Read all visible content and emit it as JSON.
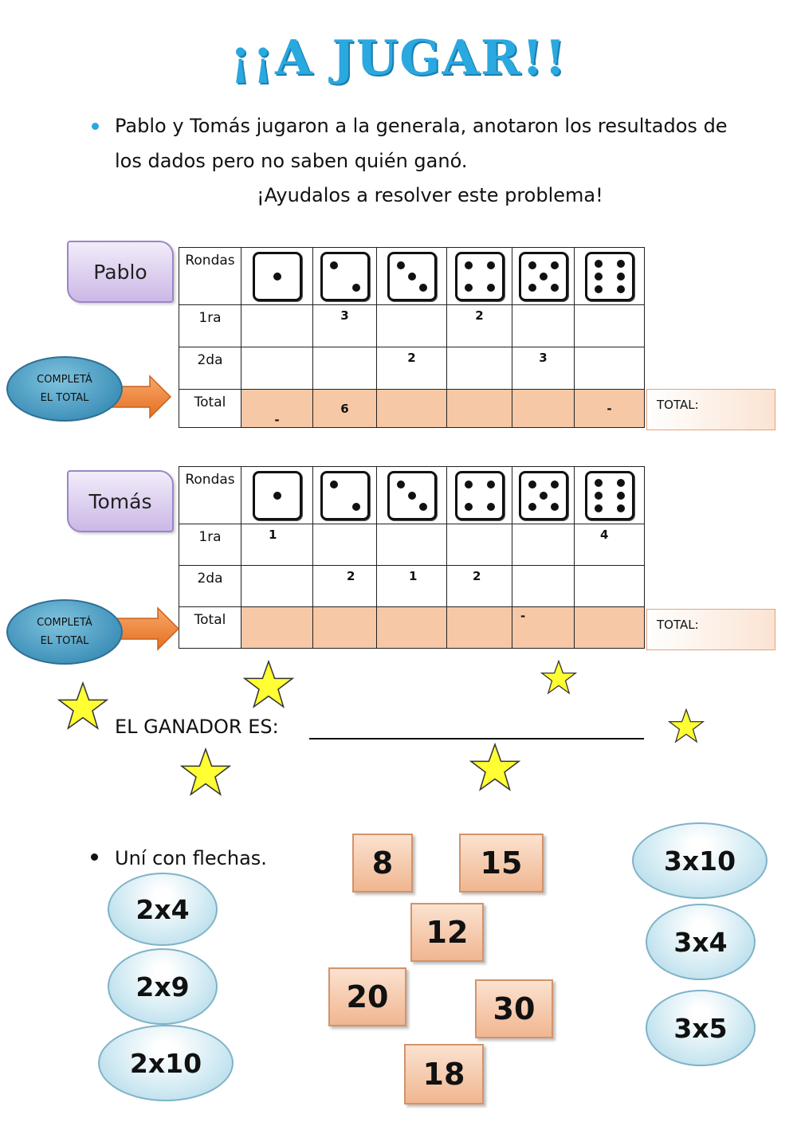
{
  "title": "¡¡A JUGAR!!",
  "intro": {
    "line1": "Pablo y Tomás jugaron a la generala, anotaron los resultados de",
    "line2": "los dados pero no saben quién ganó.",
    "line3": "¡Ayudalos a resolver este problema!"
  },
  "complete_label": {
    "line1": "COMPLETÁ",
    "line2": "EL TOTAL"
  },
  "tables": [
    {
      "player": "Pablo",
      "header": "Rondas",
      "rows": [
        {
          "label": "1ra",
          "cells": [
            "",
            "3",
            "",
            "2",
            "",
            ""
          ]
        },
        {
          "label": "2da",
          "cells": [
            "",
            "",
            "2",
            "",
            "3",
            ""
          ]
        },
        {
          "label": "Total",
          "cells": [
            "-",
            "6",
            "",
            "",
            "",
            "-"
          ]
        }
      ],
      "total_label": "TOTAL:"
    },
    {
      "player": "Tomás",
      "header": "Rondas",
      "rows": [
        {
          "label": "1ra",
          "cells": [
            "1",
            "",
            "",
            "",
            "",
            "4"
          ]
        },
        {
          "label": "2da",
          "cells": [
            "",
            "2",
            "1",
            "2",
            "",
            ""
          ]
        },
        {
          "label": "Total",
          "cells": [
            "",
            "",
            "",
            "",
            "-",
            ""
          ]
        }
      ],
      "total_label": "TOTAL:"
    }
  ],
  "winner_label": "EL GANADOR ES:",
  "match": {
    "instruction": "Uní con flechas.",
    "left": [
      "2x4",
      "2x9",
      "2x10"
    ],
    "right": [
      "3x10",
      "3x4",
      "3x5"
    ],
    "numbers": [
      "8",
      "15",
      "12",
      "20",
      "30",
      "18"
    ]
  },
  "colors": {
    "title": "#2aa8e0",
    "bullet": "#2aa8e0",
    "total_fill": "#f7c8a6",
    "arrow": "#f08a3c",
    "star": "#ffff33"
  }
}
